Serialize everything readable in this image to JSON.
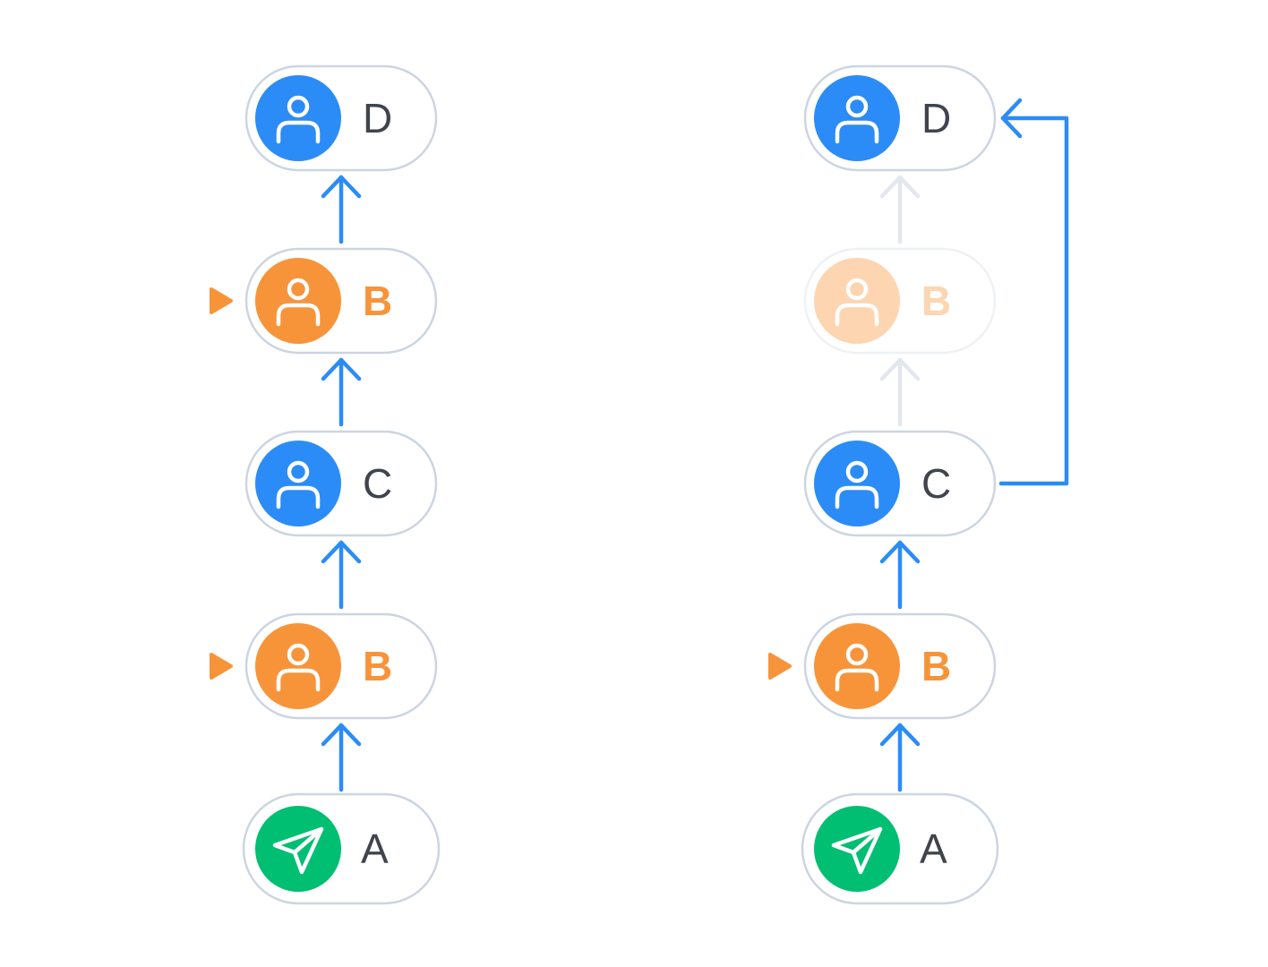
{
  "colors": {
    "blue": "#2b8cf7",
    "orange": "#f7943a",
    "green": "#00bf72",
    "pill_border": "#ccd5e1",
    "text_dark": "#3f444d",
    "faded_arrow": "#e3e7ee",
    "faded_orange": "#fdd5b1"
  },
  "left_flow": {
    "nodes": [
      {
        "label": "D",
        "kind": "user",
        "color": "blue"
      },
      {
        "label": "B",
        "kind": "user",
        "color": "orange",
        "current_marker": true
      },
      {
        "label": "C",
        "kind": "user",
        "color": "blue"
      },
      {
        "label": "B",
        "kind": "user",
        "color": "orange",
        "current_marker": true
      },
      {
        "label": "A",
        "kind": "send",
        "color": "green"
      }
    ]
  },
  "right_flow": {
    "nodes": [
      {
        "label": "D",
        "kind": "user",
        "color": "blue"
      },
      {
        "label": "B",
        "kind": "user",
        "color": "orange",
        "faded": true
      },
      {
        "label": "C",
        "kind": "user",
        "color": "blue"
      },
      {
        "label": "B",
        "kind": "user",
        "color": "orange",
        "current_marker": true
      },
      {
        "label": "A",
        "kind": "send",
        "color": "green"
      }
    ],
    "skip_connector": {
      "from": "C",
      "to": "D"
    }
  },
  "icons": {
    "user": "user-icon",
    "send": "send-icon",
    "marker": "play-marker-icon"
  }
}
